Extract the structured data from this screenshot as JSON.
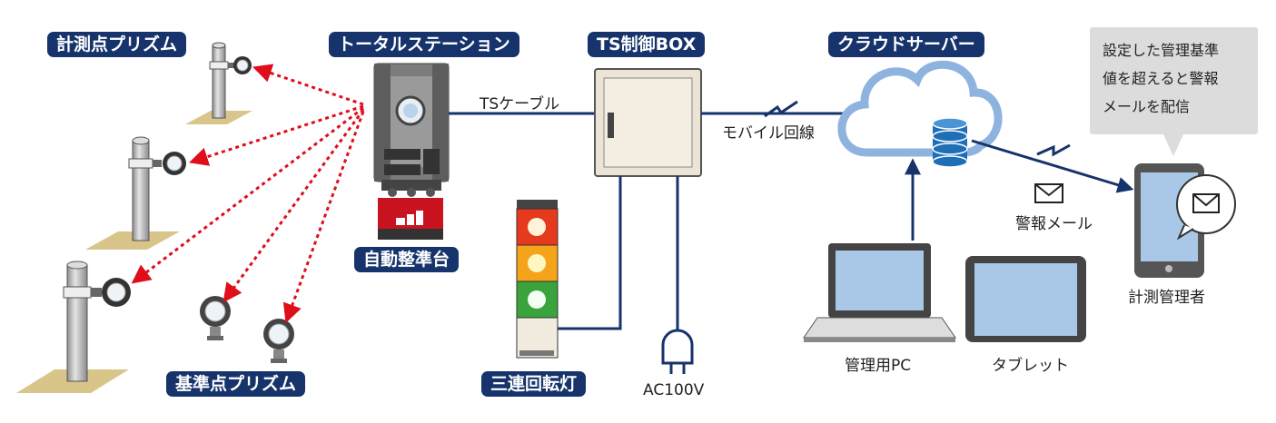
{
  "labels": {
    "measurement_prism": "計測点プリズム",
    "total_station": "トータルステーション",
    "ts_box": "TS制御BOX",
    "cloud_server": "クラウドサーバー",
    "auto_leveling": "自動整準台",
    "reference_prism": "基準点プリズム",
    "tri_lamp": "三連回転灯",
    "ts_cable": "TSケーブル",
    "mobile_line": "モバイル回線",
    "alert_mail": "警報メール",
    "ac100v": "AC100V",
    "admin_pc": "管理用PC",
    "tablet": "タブレット",
    "manager": "計測管理者"
  },
  "bubble": {
    "line1": "設定した管理基準",
    "line2": "値を超えると警報",
    "line3": "メールを配信"
  },
  "colors": {
    "navy": "#16336b",
    "laser_red": "#e00d1b",
    "cloud_blue": "#8fb3df",
    "ground_tan": "#d9c58a",
    "device_gray": "#6f6f6f"
  }
}
